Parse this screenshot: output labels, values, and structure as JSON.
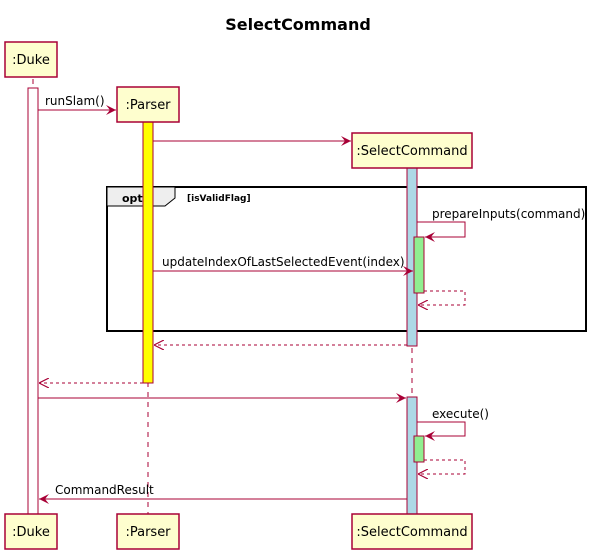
{
  "diagram": {
    "title": "SelectCommand",
    "participants": {
      "duke": ":Duke",
      "parser": ":Parser",
      "select": ":SelectCommand"
    },
    "fragment": {
      "operator": "opt",
      "guard": "[isValidFlag]"
    },
    "messages": {
      "run_slam": "runSlam()",
      "prepare_inputs": "prepareInputs(command)",
      "update_index": "updateIndexOfLastSelectedEvent(index)",
      "execute": "execute()",
      "command_result": "CommandResult"
    },
    "colors": {
      "participant_fill": "#FEFECE",
      "participant_border": "#A80036",
      "arrow": "#A80036",
      "parser_activation": "#FFFF00",
      "select_activation": "#ADD8E6",
      "nested_activation": "#90EE90"
    }
  }
}
